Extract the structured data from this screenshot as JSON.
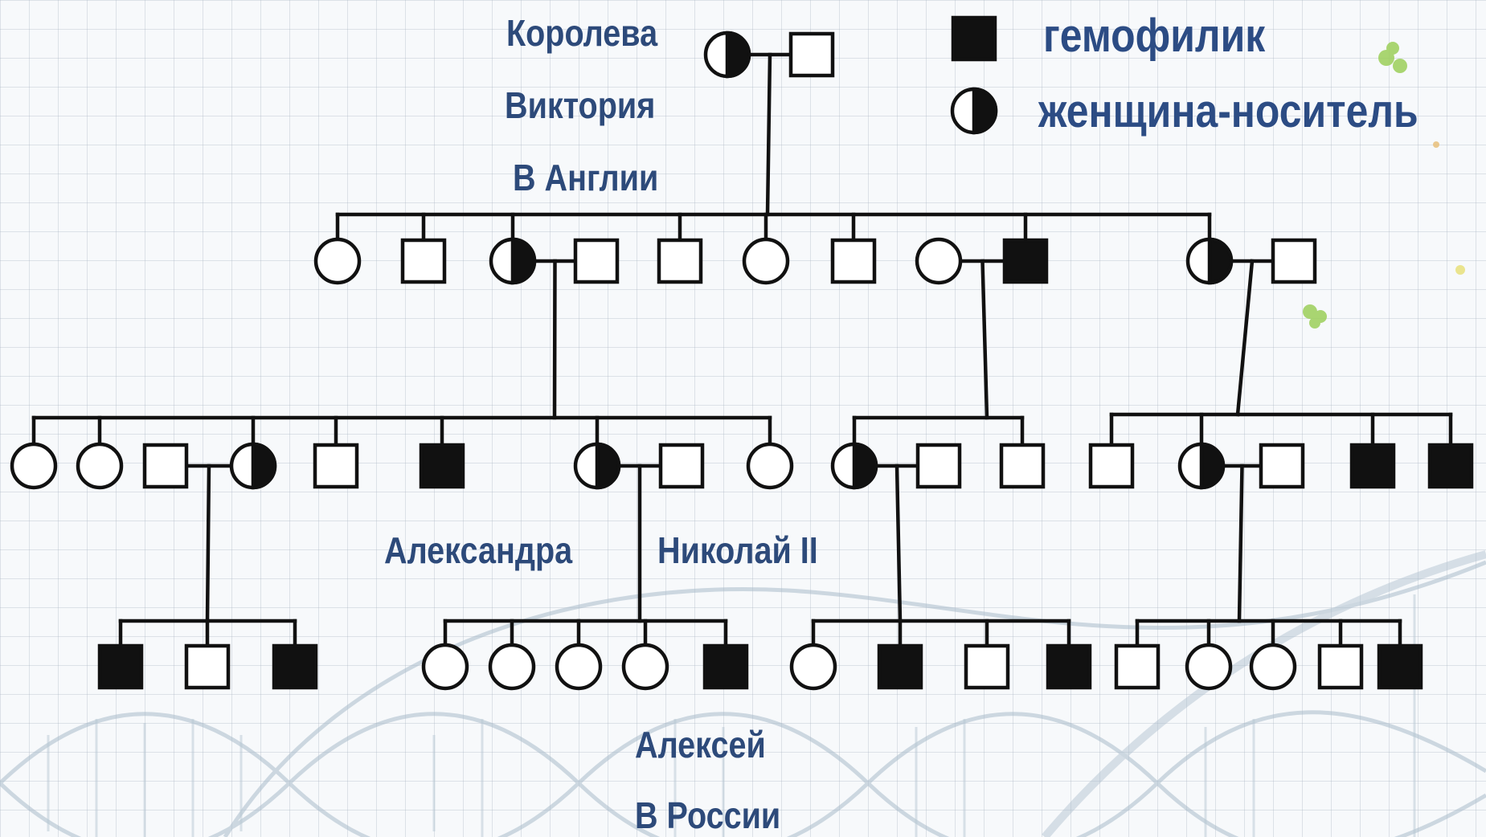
{
  "colors": {
    "line": "#111111",
    "fill_affected": "#111111",
    "label": "#2d4a7a",
    "helix": "#9fb4c6",
    "grid": "#aab4c3"
  },
  "legend": [
    {
      "symbol": "filled-square",
      "label": "гемофилик"
    },
    {
      "symbol": "half-filled-circle",
      "label": "женщина-носитель"
    }
  ],
  "labels": {
    "victoria_line1": "Королева",
    "victoria_line2": "Виктория",
    "victoria_line3": "В Англии",
    "alexandra": "Александра",
    "nicholas": "Николай II",
    "alexei_line1": "Алексей",
    "alexei_line2": "В России"
  },
  "pedigree": {
    "generations": [
      {
        "gen": 1,
        "individuals": [
          {
            "id": "victoria",
            "sex": "female",
            "status": "carrier"
          },
          {
            "id": "albert",
            "sex": "male",
            "status": "unaffected"
          }
        ]
      },
      {
        "gen": 2,
        "individuals": [
          {
            "id": "g2-1",
            "sex": "female",
            "status": "unaffected"
          },
          {
            "id": "g2-2",
            "sex": "male",
            "status": "unaffected"
          },
          {
            "id": "g2-3",
            "sex": "female",
            "status": "carrier"
          },
          {
            "id": "g2-3s",
            "sex": "male",
            "status": "unaffected"
          },
          {
            "id": "g2-4",
            "sex": "male",
            "status": "unaffected"
          },
          {
            "id": "g2-5",
            "sex": "female",
            "status": "unaffected"
          },
          {
            "id": "g2-6",
            "sex": "male",
            "status": "unaffected"
          },
          {
            "id": "g2-7s",
            "sex": "female",
            "status": "unaffected"
          },
          {
            "id": "g2-7",
            "sex": "male",
            "status": "affected"
          },
          {
            "id": "g2-8",
            "sex": "female",
            "status": "carrier"
          },
          {
            "id": "g2-8s",
            "sex": "male",
            "status": "unaffected"
          }
        ]
      },
      {
        "gen": 3,
        "individuals": [
          {
            "id": "g3-1",
            "sex": "female",
            "status": "unaffected"
          },
          {
            "id": "g3-2",
            "sex": "female",
            "status": "unaffected"
          },
          {
            "id": "g3-3s",
            "sex": "male",
            "status": "unaffected"
          },
          {
            "id": "g3-3",
            "sex": "female",
            "status": "carrier"
          },
          {
            "id": "g3-4",
            "sex": "male",
            "status": "unaffected"
          },
          {
            "id": "g3-5",
            "sex": "male",
            "status": "affected"
          },
          {
            "id": "alexandra",
            "sex": "female",
            "status": "carrier"
          },
          {
            "id": "nicholas",
            "sex": "male",
            "status": "unaffected"
          },
          {
            "id": "g3-7",
            "sex": "female",
            "status": "unaffected"
          },
          {
            "id": "g3-8",
            "sex": "female",
            "status": "carrier"
          },
          {
            "id": "g3-8s",
            "sex": "male",
            "status": "unaffected"
          },
          {
            "id": "g3-9",
            "sex": "male",
            "status": "unaffected"
          },
          {
            "id": "g3-10",
            "sex": "male",
            "status": "unaffected"
          },
          {
            "id": "g3-11",
            "sex": "female",
            "status": "carrier"
          },
          {
            "id": "g3-11s",
            "sex": "male",
            "status": "unaffected"
          },
          {
            "id": "g3-12",
            "sex": "male",
            "status": "affected"
          },
          {
            "id": "g3-13",
            "sex": "male",
            "status": "affected"
          }
        ]
      },
      {
        "gen": 4,
        "individuals": [
          {
            "id": "g4-1",
            "sex": "male",
            "status": "affected"
          },
          {
            "id": "g4-2",
            "sex": "male",
            "status": "unaffected"
          },
          {
            "id": "g4-3",
            "sex": "male",
            "status": "affected"
          },
          {
            "id": "olga",
            "sex": "female",
            "status": "unaffected"
          },
          {
            "id": "tatiana",
            "sex": "female",
            "status": "unaffected"
          },
          {
            "id": "maria",
            "sex": "female",
            "status": "unaffected"
          },
          {
            "id": "anastasia",
            "sex": "female",
            "status": "unaffected"
          },
          {
            "id": "alexei",
            "sex": "male",
            "status": "affected"
          },
          {
            "id": "g4-9",
            "sex": "female",
            "status": "unaffected"
          },
          {
            "id": "g4-10",
            "sex": "male",
            "status": "affected"
          },
          {
            "id": "g4-11",
            "sex": "male",
            "status": "unaffected"
          },
          {
            "id": "g4-12",
            "sex": "male",
            "status": "affected"
          },
          {
            "id": "g4-13",
            "sex": "male",
            "status": "unaffected"
          },
          {
            "id": "g4-14",
            "sex": "female",
            "status": "unaffected"
          },
          {
            "id": "g4-15",
            "sex": "female",
            "status": "unaffected"
          },
          {
            "id": "g4-16",
            "sex": "male",
            "status": "unaffected"
          },
          {
            "id": "g4-17",
            "sex": "male",
            "status": "affected"
          }
        ]
      }
    ],
    "couples": [
      [
        "victoria",
        "albert"
      ],
      [
        "g2-3",
        "g2-3s"
      ],
      [
        "g2-7s",
        "g2-7"
      ],
      [
        "g2-8",
        "g2-8s"
      ],
      [
        "g3-3s",
        "g3-3"
      ],
      [
        "alexandra",
        "nicholas"
      ],
      [
        "g3-8",
        "g3-8s"
      ],
      [
        "g3-11",
        "g3-11s"
      ]
    ]
  }
}
